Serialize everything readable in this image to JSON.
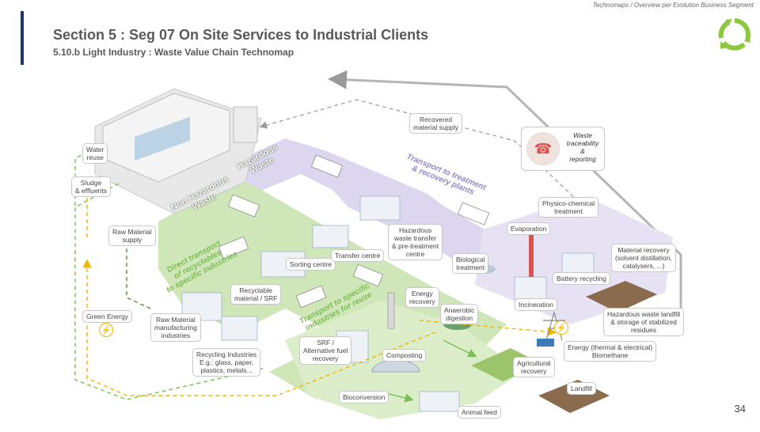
{
  "header": {
    "tag": "Technomaps / Overview per Evolution Business Segment",
    "title": "Section 5 : Seg 07 On Site Services to Industrial Clients",
    "subtitle": "5.10.b Light Industry : Waste Value Chain Technomap",
    "page_number": "34"
  },
  "zones": {
    "hazardous": "Hazardous\nWaste",
    "non_hazardous": "Non Hazardous\nWaste"
  },
  "flows": {
    "transport_treatment": "Transport to treatment\n& recovery plants",
    "direct_transport": "Direct transport\nof recyclables\nto specific industries",
    "transport_reuse": "Transport to specific\nindustries for reuse"
  },
  "labels": {
    "water_reuse": "Water\nreuse",
    "sludge": "Sludge\n& effluents",
    "raw_material_supply": "Raw Material\nsupply",
    "green_energy": "Green Energy",
    "raw_material_industries": "Raw Material\nmanufacturing\nindustries",
    "recycling_industries": "Recycling Industries\nE.g.: glass, paper,\nplastics, metals...",
    "recyclable_material": "Recyclable\nmaterial / SRF",
    "sorting_centre": "Sorting centre",
    "transfer_centre": "Transfer centre",
    "recovered_material": "Recovered\nmaterial supply",
    "waste_traceability": "Waste\ntraceability\n&\nreporting",
    "hazardous_transfer": "Hazardous\nwaste transfer\n& pre-treatment\ncentre",
    "physico_chemical": "Physico-chemical\ntreatment",
    "evaporation": "Evaporation",
    "biological_treatment": "Biological\ntreatment",
    "material_recovery": "Material recovery\n(solvent distillation,\ncatalysers, ...)",
    "battery_recycling": "Battery recycling",
    "incineration": "Incineration",
    "hazardous_landfill": "Hazardous waste landfill\n& storage of stabilized\nresidues",
    "energy_recovery": "Energy\nrecovery",
    "anaerobic_digestion": "Anaerobic\ndigestion",
    "srf": "SRF /\nAlternative fuel\nrecovery",
    "composting": "Composting",
    "energy_thermal": "Energy (thermal & electrical)\nBiomethane",
    "agricultural_recovery": "Agricultural\nrecovery",
    "landfill": "Landfill",
    "bioconversion": "Bioconversion",
    "animal_feed": "Animal feed"
  },
  "colors": {
    "title_bar": "#1f3864",
    "logo": "#8dc63f",
    "green_zone": "#cfe6b8",
    "purple_zone": "#dcd7ee",
    "green_arrow": "#7cbd55",
    "grey_arrow": "#9a9a9a",
    "energy_arrow": "#f5b400"
  },
  "icons": {
    "logo": "recycling-circle-icon",
    "energy": "lightning-bolt-icon"
  }
}
